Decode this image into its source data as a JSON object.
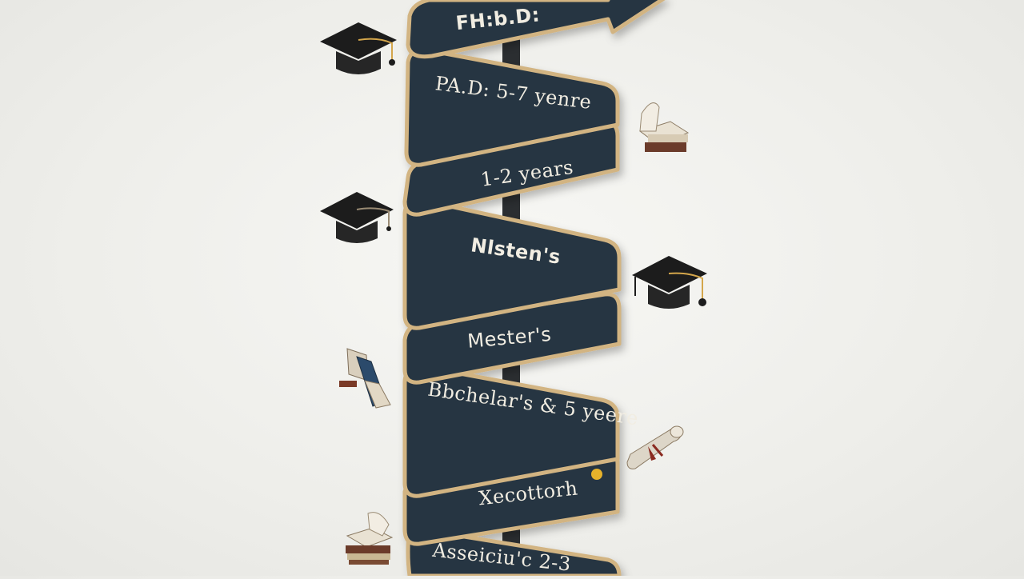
{
  "diagram": {
    "labels": {
      "arrow_title": "FH:b.D:",
      "phd_duration": "PA.D: 5-7 yenre",
      "masters_duration": "1-2 years",
      "masters_garbled": "Nlsten's",
      "masters": "Mester's",
      "bachelors": "Bbchelar's & 5 yeere",
      "associates_garbled": "Xecottorh",
      "associates": "Asseiciu'c 2-3"
    },
    "icons": [
      "graduation-cap-icon",
      "open-book-icon",
      "graduation-cap-icon",
      "graduation-cap-icon",
      "folded-diploma-icon",
      "diploma-scroll-icon",
      "book-stack-icon"
    ],
    "colors": {
      "ribbon": "#263543",
      "ribbon_border": "#d2b482",
      "pole": "#2b2e31",
      "cap": "#1c1c1c",
      "tassel": "#d4a64b",
      "marker_dot": "#e6b22b"
    }
  }
}
